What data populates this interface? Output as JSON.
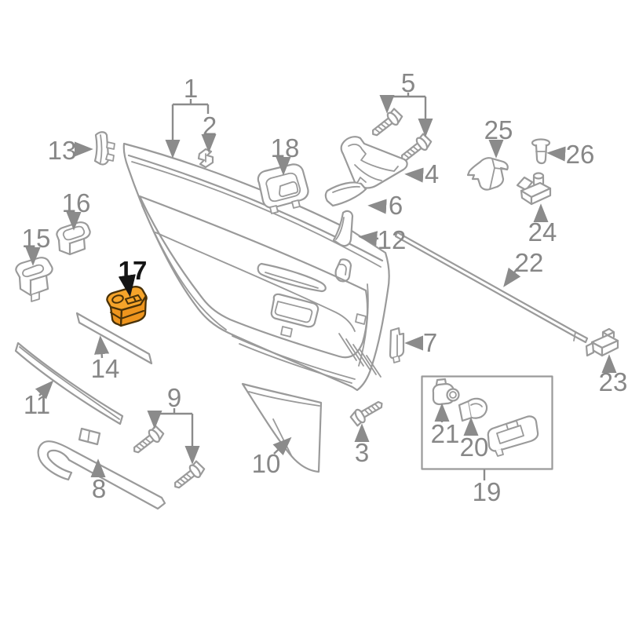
{
  "diagram": {
    "type": "exploded-parts-diagram",
    "subject": "car door interior trim panel",
    "background": "#ffffff",
    "line_color": "#9a9a9a",
    "label_color": "#878787",
    "highlighted_part": {
      "number": "17",
      "fill": "#f6a42a",
      "fill_side": "#ee951e",
      "outline": "#4a3208",
      "label_color": "#151515"
    },
    "parts": [
      {
        "num": "1"
      },
      {
        "num": "2"
      },
      {
        "num": "3"
      },
      {
        "num": "4"
      },
      {
        "num": "5"
      },
      {
        "num": "6"
      },
      {
        "num": "7"
      },
      {
        "num": "8"
      },
      {
        "num": "9"
      },
      {
        "num": "10"
      },
      {
        "num": "11"
      },
      {
        "num": "12"
      },
      {
        "num": "13"
      },
      {
        "num": "14"
      },
      {
        "num": "15"
      },
      {
        "num": "16"
      },
      {
        "num": "17"
      },
      {
        "num": "18"
      },
      {
        "num": "19"
      },
      {
        "num": "20"
      },
      {
        "num": "21"
      },
      {
        "num": "22"
      },
      {
        "num": "23"
      },
      {
        "num": "24"
      },
      {
        "num": "25"
      },
      {
        "num": "26"
      }
    ]
  }
}
